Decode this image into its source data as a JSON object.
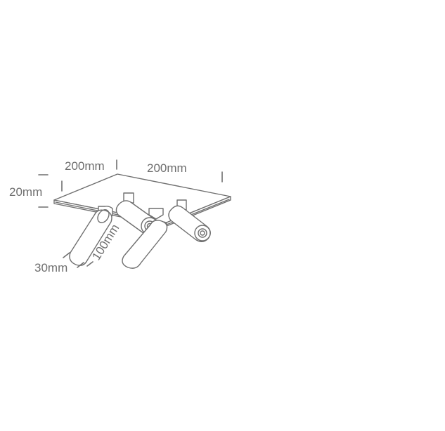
{
  "diagram": {
    "dimensions": {
      "width_left": "200mm",
      "width_right": "200mm",
      "height": "20mm",
      "tube_diameter": "30mm",
      "tube_length": "100mm"
    },
    "colors": {
      "line": "#6f6f6f",
      "background": "#ffffff"
    }
  }
}
